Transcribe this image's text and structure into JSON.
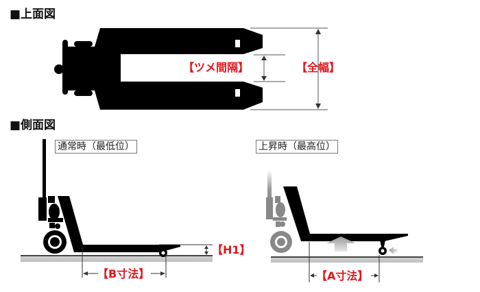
{
  "top_view": {
    "title": "■上面図",
    "labels": {
      "fork_spacing": "【ツメ間隔】",
      "overall_width": "【全幅】"
    }
  },
  "side_view": {
    "title": "■側面図",
    "normal_state": {
      "caption": "通常時（最低位）",
      "labels": {
        "b_dimension": "【B寸法】",
        "h1": "【H1】"
      }
    },
    "raised_state": {
      "caption": "上昇時（最高位）",
      "labels": {
        "a_dimension": "【A寸法】"
      }
    }
  },
  "colors": {
    "label_red": "#e4141b",
    "silhouette": "#000000",
    "ghost_gray": "#888888",
    "floor_gray": "#c8c8c8",
    "dimension_line": "#555555"
  }
}
